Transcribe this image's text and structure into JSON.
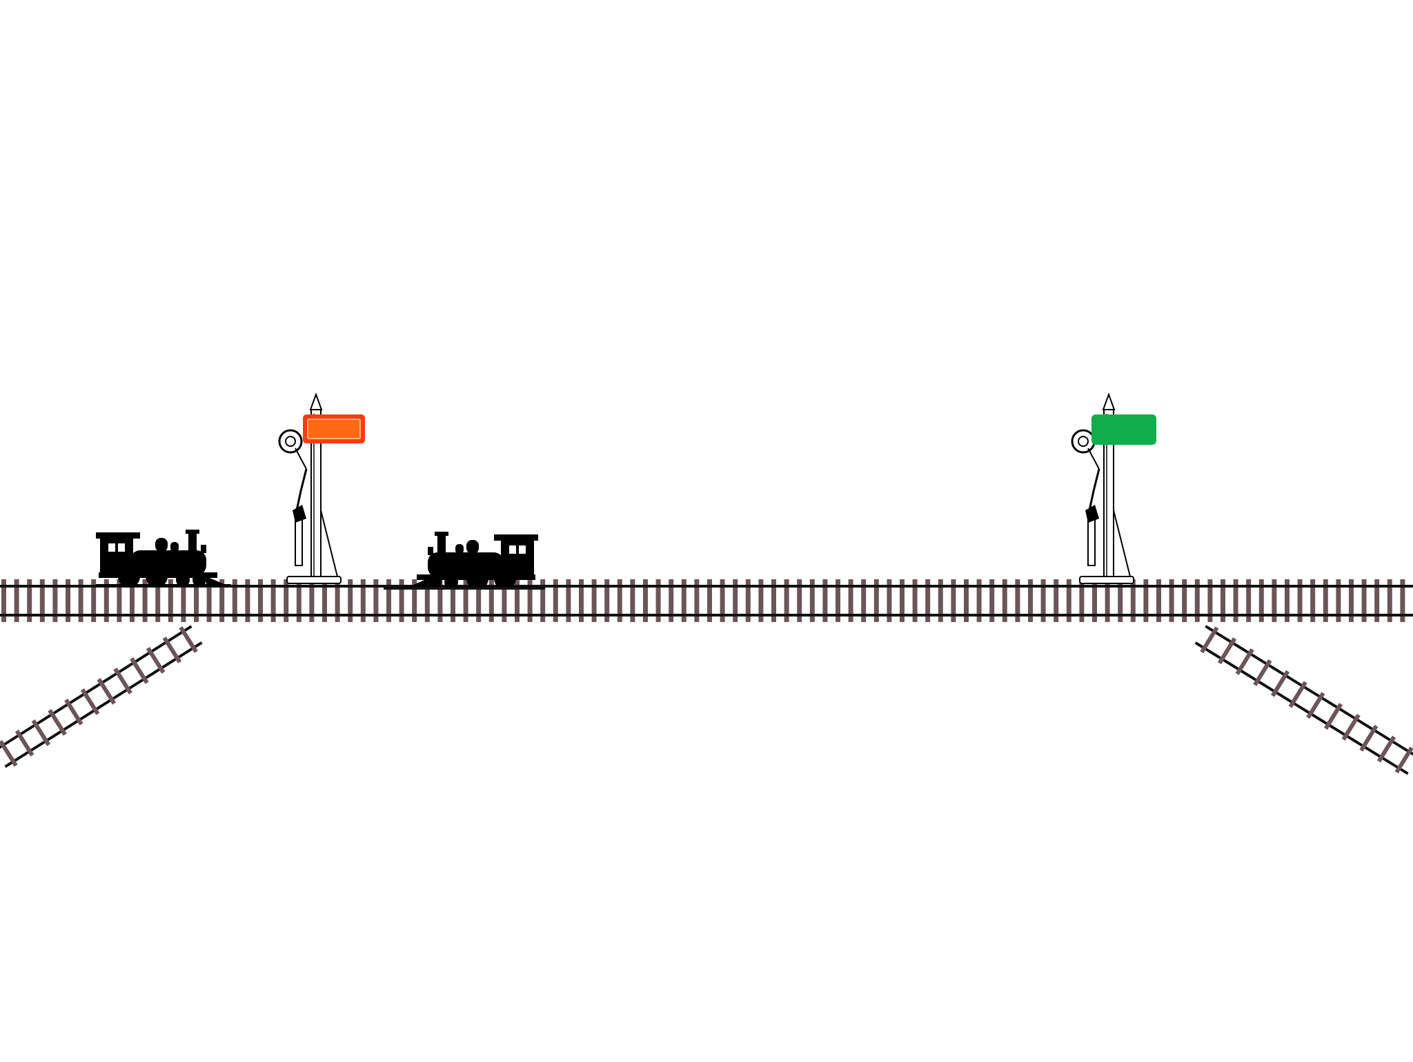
{
  "scene": {
    "background_color": "#ffffff",
    "track": {
      "rail_color": "#111111",
      "sleeper_color": "#6b5558",
      "branches": [
        "lower-left",
        "lower-right"
      ]
    },
    "locomotives": [
      {
        "id": "locomotive-left",
        "facing": "right",
        "color": "#000000"
      },
      {
        "id": "locomotive-middle",
        "facing": "left",
        "color": "#000000"
      }
    ],
    "signals": [
      {
        "id": "signal-left",
        "aspect": "stop",
        "arm_color": "#ff3b16",
        "arm_inner_color": "#ff6a12"
      },
      {
        "id": "signal-right",
        "aspect": "clear",
        "arm_color": "#0fae4b"
      }
    ]
  }
}
